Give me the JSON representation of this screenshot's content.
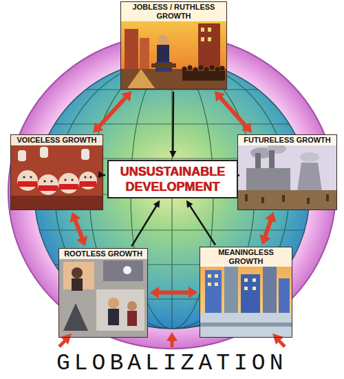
{
  "diagram": {
    "nodes": [
      {
        "text": [
          "JOBLESS / RUTHLESS GROWTH"
        ]
      },
      {
        "text": [
          "VOICELESS GROWTH"
        ]
      },
      {
        "text": [
          "FUTURELESS GROWTH"
        ]
      },
      {
        "text": [
          "UNSUSTAINABLE DEVELOPMENT"
        ]
      },
      {
        "text": [
          "ROOTLESS GROWTH"
        ]
      },
      {
        "text": [
          "MEANINGLESS GROWTH"
        ]
      }
    ],
    "edges": [
      {
        "from": 0,
        "to": 3,
        "arrow": "to"
      },
      {
        "from": 1,
        "to": 3,
        "arrow": "to"
      },
      {
        "from": 2,
        "to": 3,
        "arrow": "to"
      },
      {
        "from": 4,
        "to": 3,
        "arrow": "to"
      },
      {
        "from": 5,
        "to": 3,
        "arrow": "to"
      },
      {
        "from": 0,
        "to": 1,
        "arrow": "both"
      },
      {
        "from": 0,
        "to": 2,
        "arrow": "both"
      },
      {
        "from": 1,
        "to": 4,
        "arrow": "both"
      },
      {
        "from": 2,
        "to": 5,
        "arrow": "both"
      },
      {
        "from": 4,
        "to": 5,
        "arrow": "both"
      }
    ],
    "labels": [
      "GLOBALIZATION"
    ]
  }
}
